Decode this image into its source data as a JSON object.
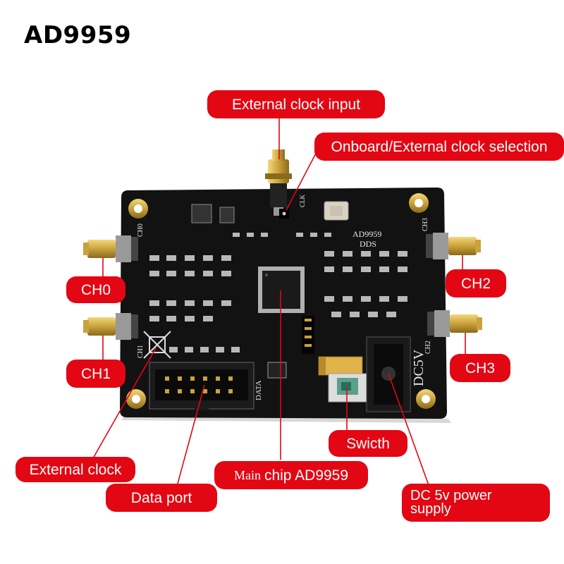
{
  "title": "AD9959",
  "callouts": {
    "ext_clock_input": "External clock input",
    "clock_selection": "Onboard/External clock selection",
    "ch0": "CH0",
    "ch1": "CH1",
    "ch2": "CH2",
    "ch3": "CH3",
    "switch": "Swicth",
    "external_clock": "External clock",
    "main_chip_prefix": "Main",
    "main_chip": "chip AD9959",
    "data_port": "Data port",
    "dc_power_line1": "DC 5v power",
    "dc_power_line2": "supply"
  },
  "board_silkscreen": {
    "model": "AD9959",
    "dds": "DDS",
    "ch0": "CH0",
    "ch1": "CH1",
    "ch2": "CH2",
    "ch3": "CH3",
    "dc5v": "DC5V",
    "data": "DATA",
    "clk": "CLK"
  },
  "colors": {
    "callout": "#e30613",
    "callout_text": "#ffffff",
    "pcb": "#111111",
    "gold": "#c9a23c",
    "leader": "#e30613"
  }
}
